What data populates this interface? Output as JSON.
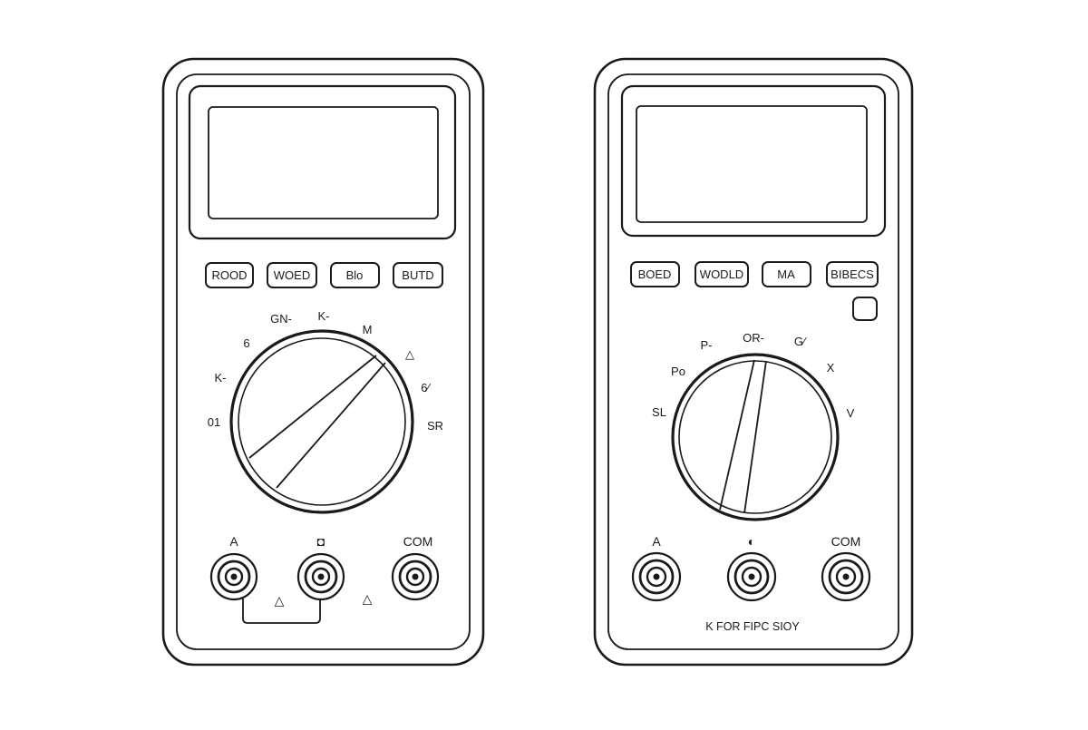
{
  "meter_left": {
    "buttons": [
      "ROOD",
      "WOED",
      "Blo",
      "BUTD"
    ],
    "dial_labels": {
      "l1": "01",
      "l2": "K-",
      "l3": "6",
      "l4": "GN-",
      "l5": "K-",
      "l6": "M",
      "l7": "△",
      "l8": "6⁄",
      "l9": "SR"
    },
    "jacks": [
      "A",
      "◘",
      "COM"
    ],
    "markers": [
      "△",
      "△"
    ]
  },
  "meter_right": {
    "buttons": [
      "BOED",
      "WODLD",
      "MA",
      "BIBECS"
    ],
    "dial_labels": {
      "l1": "SL",
      "l2": "Po",
      "l3": "P-",
      "l4": "OR-",
      "l5": "G⁄",
      "l6": "X",
      "l7": "V"
    },
    "jacks": [
      "A",
      "◐",
      "COM"
    ],
    "footer": "K FOR FIPC SIOY"
  }
}
